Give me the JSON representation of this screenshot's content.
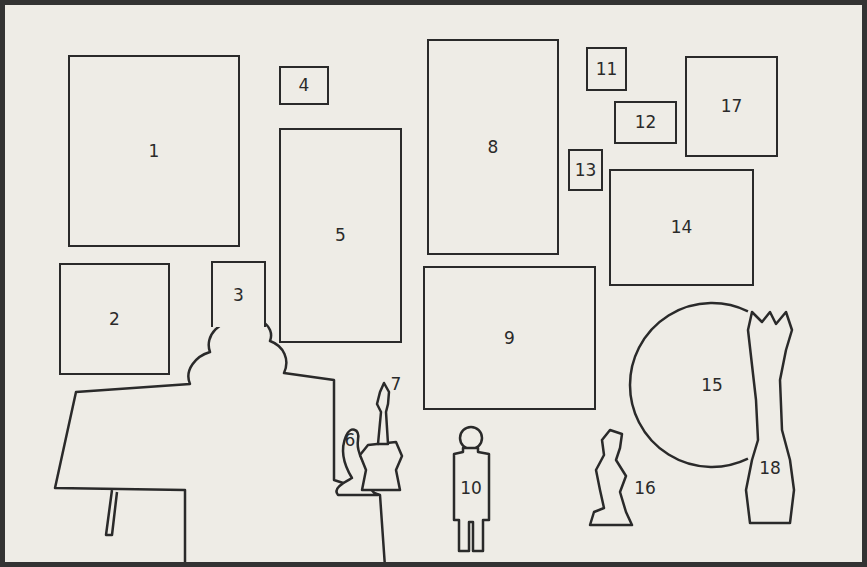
{
  "diagram": {
    "nodes": [
      {
        "text": [
          "1"
        ]
      },
      {
        "text": [
          "2"
        ]
      },
      {
        "text": [
          "3"
        ]
      },
      {
        "text": [
          "4"
        ]
      },
      {
        "text": [
          "5"
        ]
      },
      {
        "text": [
          "8"
        ]
      },
      {
        "text": [
          "9"
        ]
      },
      {
        "text": [
          "11"
        ]
      },
      {
        "text": [
          "12"
        ]
      },
      {
        "text": [
          "13"
        ]
      },
      {
        "text": [
          "14"
        ]
      },
      {
        "text": [
          "15"
        ]
      },
      {
        "text": [
          "17"
        ]
      }
    ],
    "labels": [
      "6",
      "7",
      "10",
      "16",
      "18"
    ]
  }
}
